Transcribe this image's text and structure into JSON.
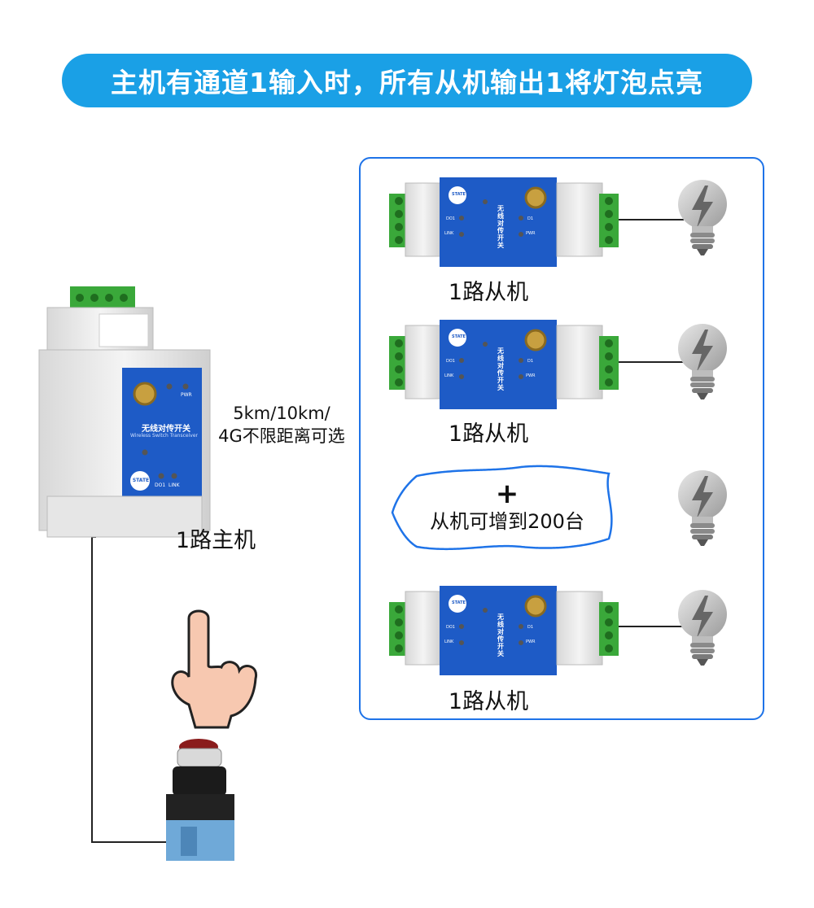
{
  "banner": {
    "title": "主机有通道1输入时，所有从机输出1将灯泡点亮"
  },
  "master": {
    "label": "1路主机",
    "panel_title": "无线对传开关",
    "panel_subtitle": "Wireless Switch Transceiver",
    "state_text": "STATE",
    "led_do1": "DO1",
    "led_link": "LINK",
    "led_pwr": "PWR"
  },
  "distance": {
    "line1": "5km/10km/",
    "line2": "4G不限距离可选"
  },
  "slaves": [
    {
      "label": "1路从机"
    },
    {
      "label": "1路从机"
    },
    {
      "label": "1路从机"
    }
  ],
  "slave_panel": {
    "state_text": "STATE",
    "title": "无线对传开关",
    "led_do1": "DO1",
    "led_link": "LINK",
    "led_d1": "D1",
    "led_pwr": "PWR"
  },
  "expand": {
    "plus": "+",
    "caption": "从机可增到200台"
  },
  "colors": {
    "banner": "#1aa0e6",
    "panel_border": "#1e73e8",
    "module_face": "#1e5bc6",
    "terminal": "#3aa83a"
  }
}
